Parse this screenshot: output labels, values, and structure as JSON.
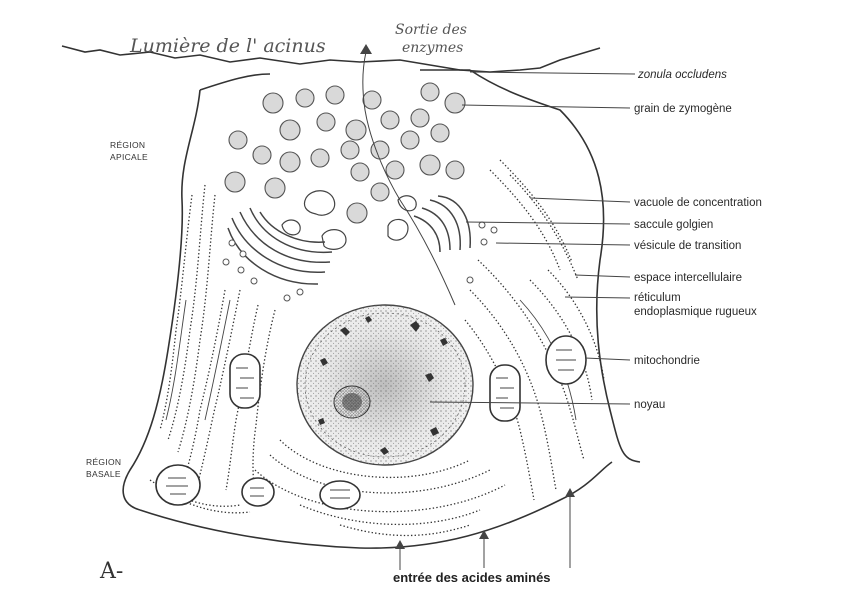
{
  "handwritten": {
    "lumen": "Lumière de l' acinus",
    "exit_line1": "Sortie des",
    "exit_line2": "enzymes",
    "figure_letter": "A-"
  },
  "regions": {
    "apical_line1": "RÉGION",
    "apical_line2": "APICALE",
    "basal_line1": "RÉGION",
    "basal_line2": "BASALE"
  },
  "labels": {
    "zonula": "zonula occludens",
    "zymogen": "grain de zymogène",
    "vacuole": "vacuole de concentration",
    "golgi": "saccule golgien",
    "vesicle": "vésicule de transition",
    "intercellular": "espace intercellulaire",
    "rer_line1": "réticulum",
    "rer_line2": "endoplasmique rugueux",
    "mito": "mitochondrie",
    "nucleus": "noyau"
  },
  "bottom_caption": "entrée des acides aminés"
}
